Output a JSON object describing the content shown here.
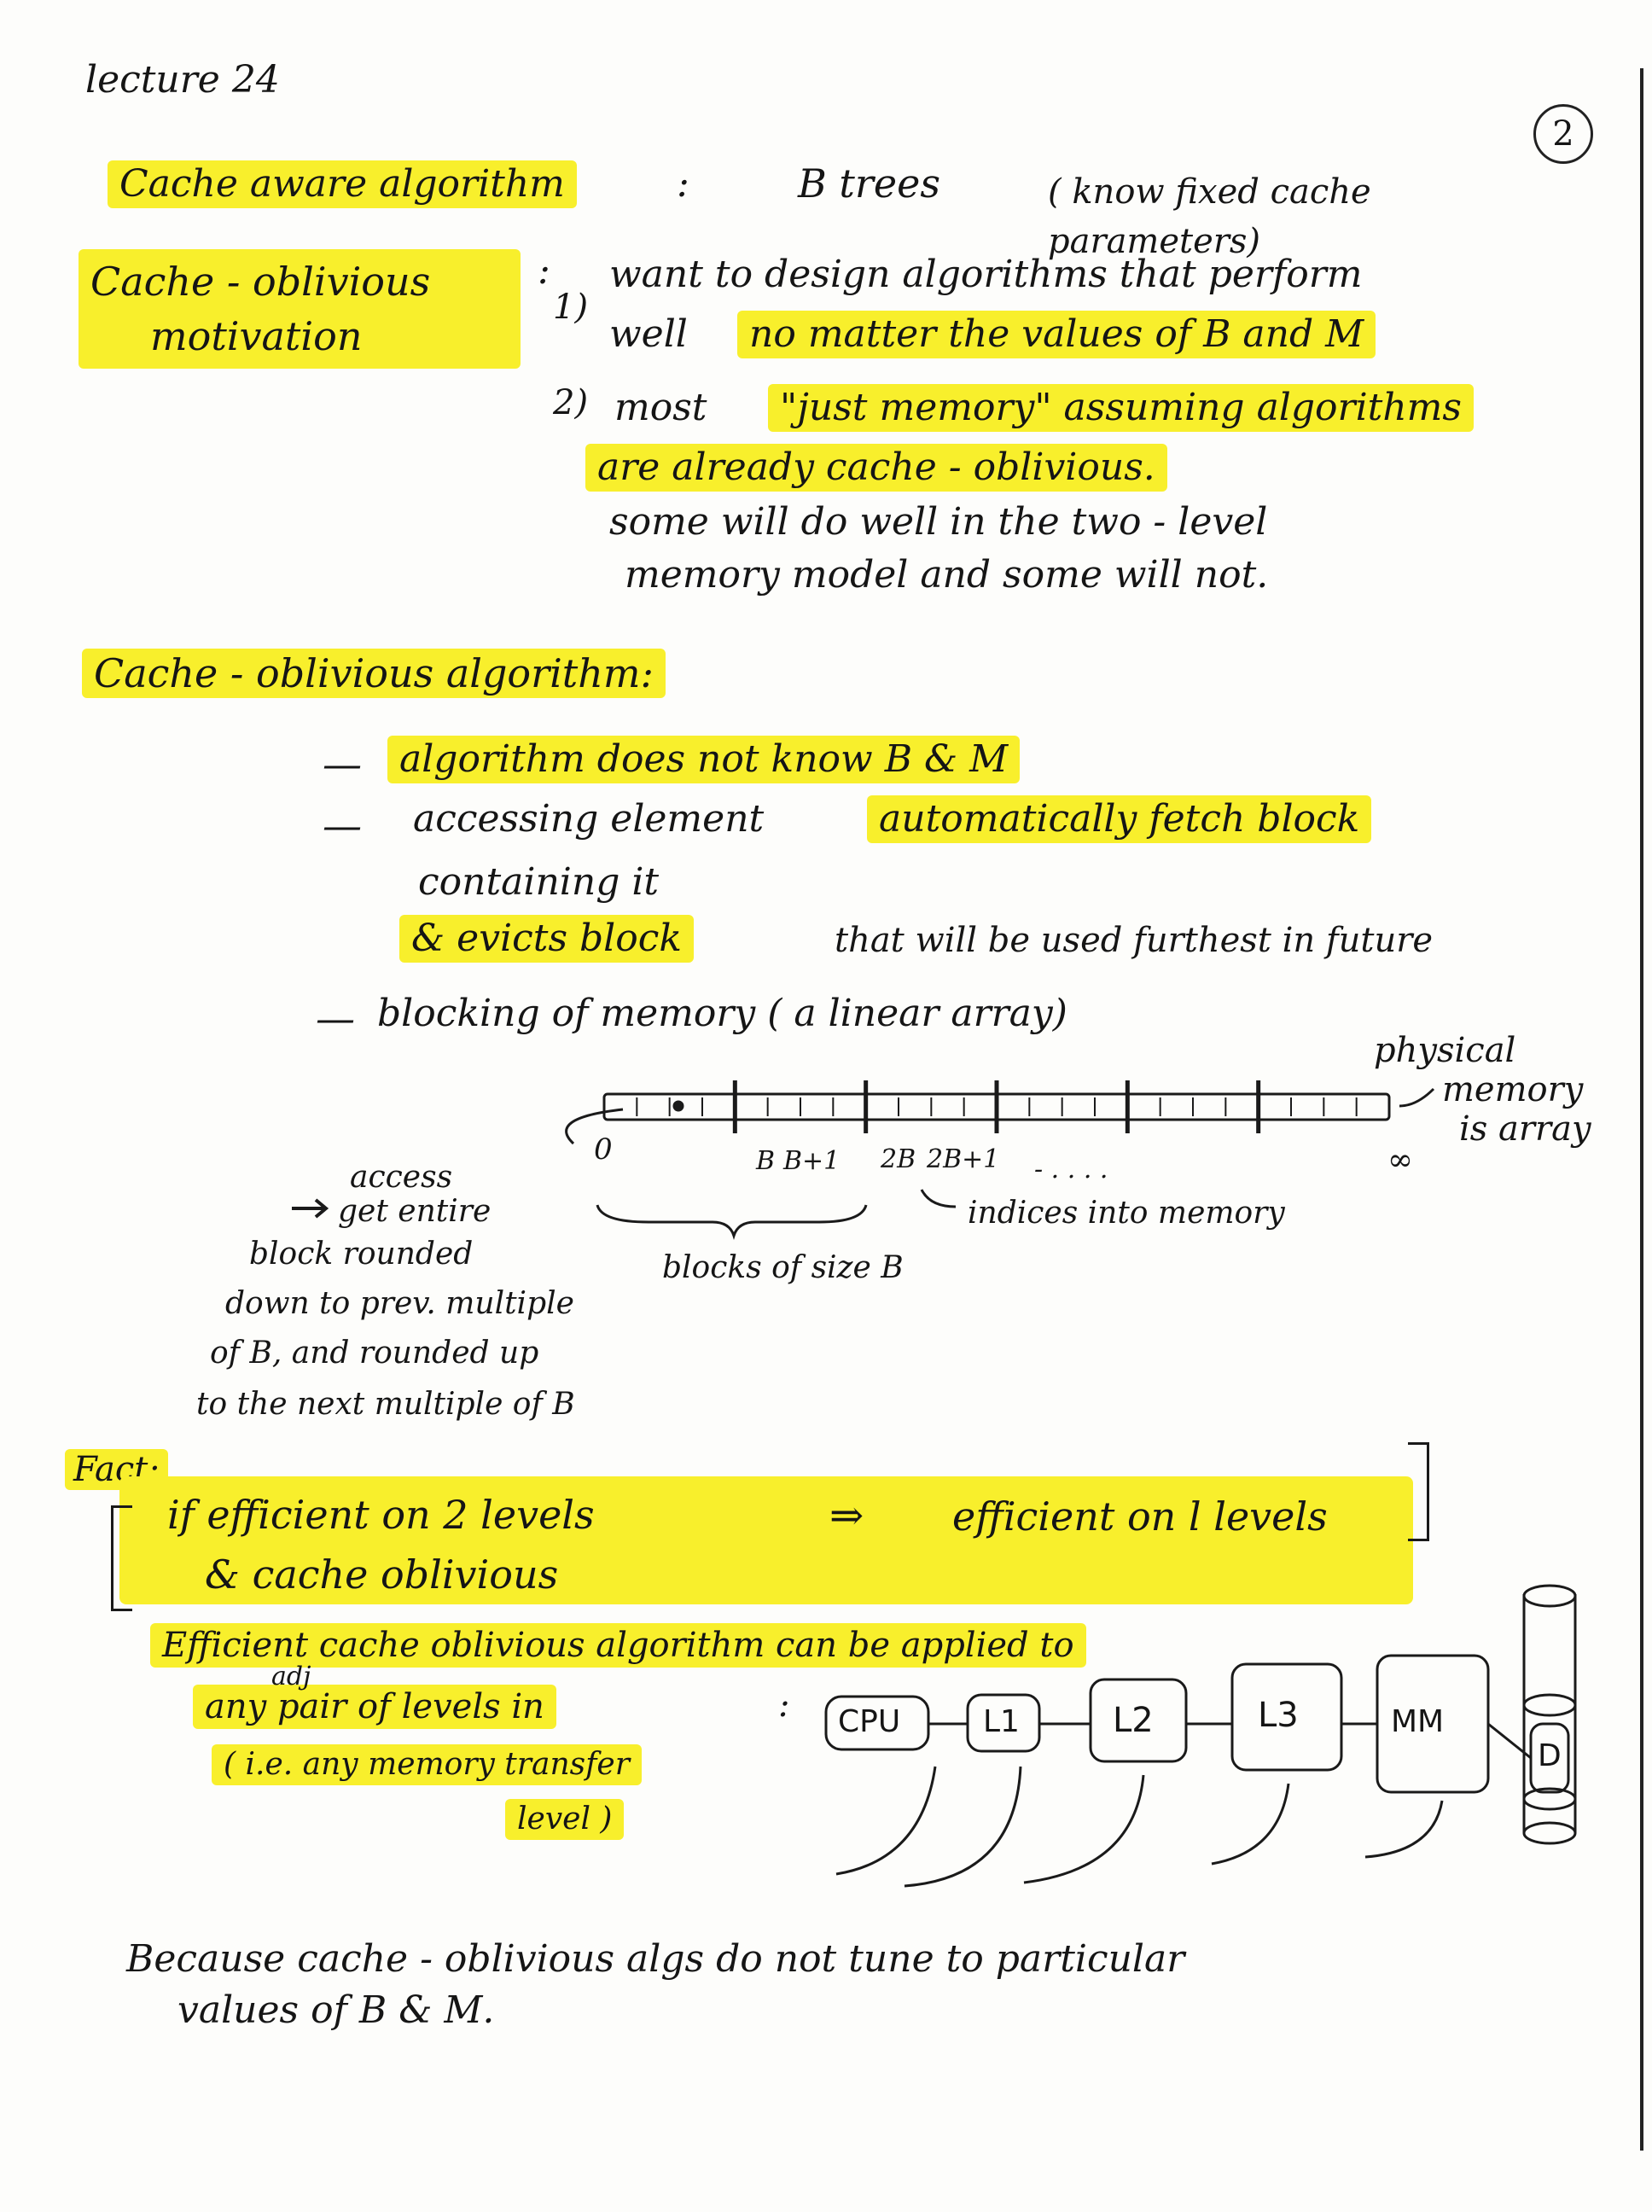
{
  "title": "lecture 24",
  "page_number": "2",
  "cache_aware": {
    "label": "Cache aware algorithm",
    "colon": ":",
    "example": "B trees",
    "note": "( know fixed cache parameters)"
  },
  "cache_oblivious_motivation": {
    "label_line1": "Cache - oblivious",
    "label_line2": "motivation",
    "colon": ":",
    "item1_num": "1)",
    "item1_line1": "want to design algorithms that perform",
    "item1_line2_a": "well",
    "item1_line2_b": "no matter the values of B and M",
    "item2_num": "2)",
    "item2_line1_a": "most",
    "item2_line1_b": "\"just memory\" assuming algorithms",
    "item2_line2": "are already cache - oblivious.",
    "item2_line3": "some will do well in the two - level",
    "item2_line4": "memory model and some will not."
  },
  "cache_oblivious_algorithm": {
    "heading": "Cache - oblivious algorithm:",
    "bullet1": "algorithm does not know B & M",
    "bullet2_a": "accessing element",
    "bullet2_b": "automatically fetch block",
    "bullet2_c": "containing it",
    "bullet2_d": "& evicts block",
    "bullet2_e": "that will be used furthest in future",
    "bullet3": "blocking of memory ( a linear array)"
  },
  "memory_diagram": {
    "physical_label_1": "physical",
    "physical_label_2": "memory",
    "physical_label_3": "is array",
    "index_0": "0",
    "index_b": "B",
    "index_b1": "B+1",
    "index_2b": "2B",
    "index_2b1": "2B+1",
    "index_dots": "- . . . .",
    "index_inf": "∞",
    "indices_label": "indices into memory",
    "blocks_label": "blocks of size B",
    "access_note_1": "access",
    "access_note_2": "get entire",
    "access_note_3": "block rounded",
    "access_note_4": "down to prev. multiple",
    "access_note_5": "of B, and rounded up",
    "access_note_6": "to the next multiple of B"
  },
  "fact": {
    "label": "Fact:",
    "line1": "if efficient on 2 levels",
    "line2": "& cache oblivious",
    "implies": "⇒",
    "result": "efficient on l levels",
    "applied_1": "Efficient cache oblivious algorithm can be applied to",
    "applied_2_a": "any",
    "applied_2_adj": "adj",
    "applied_2_b": "pair of levels in",
    "applied_3": "( i.e. any memory transfer",
    "applied_4": "level )",
    "colon": ":"
  },
  "hierarchy": [
    "CPU",
    "L1",
    "L2",
    "L3",
    "MM",
    "D"
  ],
  "conclusion_line1": "Because cache - oblivious algs do not tune to particular",
  "conclusion_line2": "values of B & M."
}
